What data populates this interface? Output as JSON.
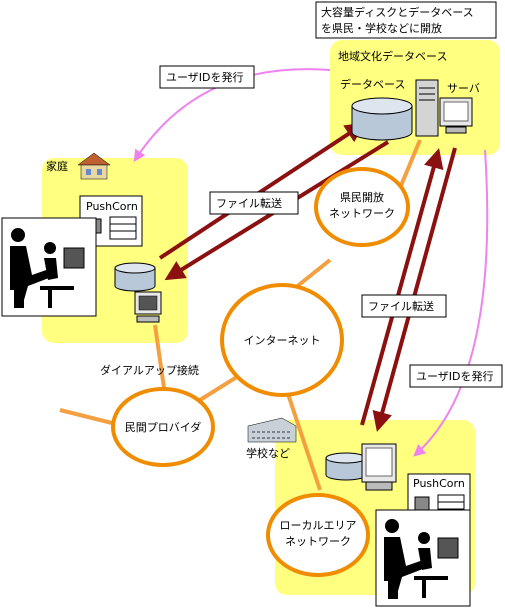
{
  "notes": {
    "top_line1": "大容量ディスクとデータベース",
    "top_line2": "を県民・学校などに開放",
    "issue_id_top": "ユーザIDを発行",
    "issue_id_right": "ユーザIDを発行",
    "file_transfer_left": "ファイル転送",
    "file_transfer_right": "ファイル転送"
  },
  "regional": {
    "title": "地域文化データベース",
    "database": "データベース",
    "server": "サーバ"
  },
  "home": {
    "title": "家庭",
    "app": "PushCorn"
  },
  "school": {
    "title": "学校など",
    "app": "PushCorn"
  },
  "networks": {
    "prefectural_line1": "県民開放",
    "prefectural_line2": "ネットワーク",
    "internet": "インターネット",
    "provider": "民間プロバイダ",
    "lan_line1": "ローカルエリア",
    "lan_line2": "ネットワーク"
  },
  "dialup": "ダイアルアップ接続",
  "colors": {
    "zone": "#ffff80",
    "network_line": "#f4a040",
    "ellipse": "#f08c00",
    "transfer_arrow": "#8b1010",
    "id_arrow": "#ee82ee"
  }
}
